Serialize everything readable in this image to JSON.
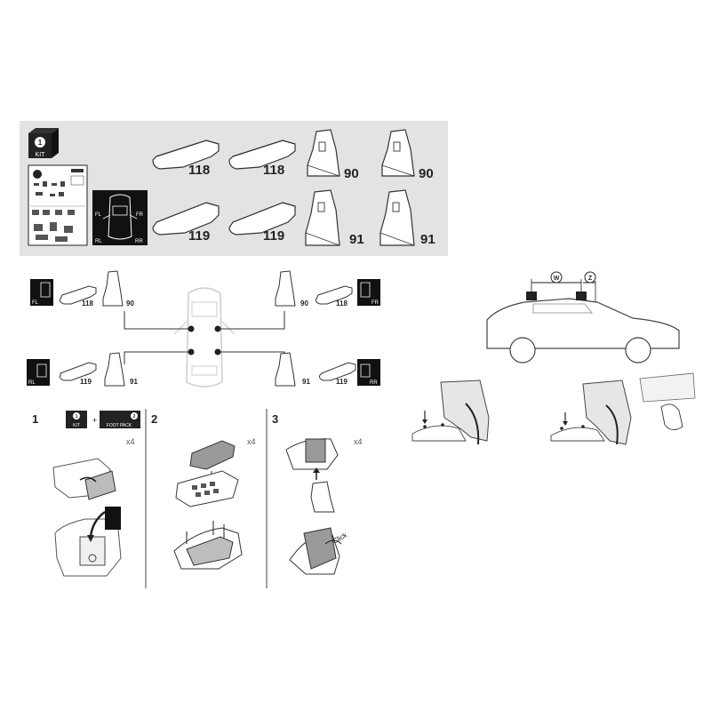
{
  "kit_panel": {
    "kit_number": "1",
    "kit_label": "KIT",
    "wheel_labels": [
      "FL",
      "FR",
      "RL",
      "RR"
    ],
    "parts": [
      {
        "code": "118",
        "kind": "pad"
      },
      {
        "code": "118",
        "kind": "pad"
      },
      {
        "code": "90",
        "kind": "bracket"
      },
      {
        "code": "90",
        "kind": "bracket"
      },
      {
        "code": "119",
        "kind": "pad"
      },
      {
        "code": "119",
        "kind": "pad"
      },
      {
        "code": "91",
        "kind": "bracket"
      },
      {
        "code": "91",
        "kind": "bracket"
      }
    ]
  },
  "placement": {
    "front_left": {
      "corner": "FL",
      "pad": "118",
      "bracket": "90"
    },
    "front_right": {
      "corner": "FR",
      "pad": "118",
      "bracket": "90"
    },
    "rear_left": {
      "corner": "RL",
      "pad": "119",
      "bracket": "91"
    },
    "rear_right": {
      "corner": "RR",
      "pad": "119",
      "bracket": "91"
    }
  },
  "measurements": {
    "width_label": "W",
    "z_label": "Z"
  },
  "steps": [
    {
      "number": "1",
      "kit_badge_number": "1",
      "kit_badge_label": "KIT",
      "plus": "+",
      "foot_pack_number": "2",
      "foot_pack_label": "FOOT PACK",
      "multiplier": "x4"
    },
    {
      "number": "2",
      "multiplier": "x4"
    },
    {
      "number": "3",
      "multiplier": "x4",
      "click_label": "Click"
    }
  ]
}
